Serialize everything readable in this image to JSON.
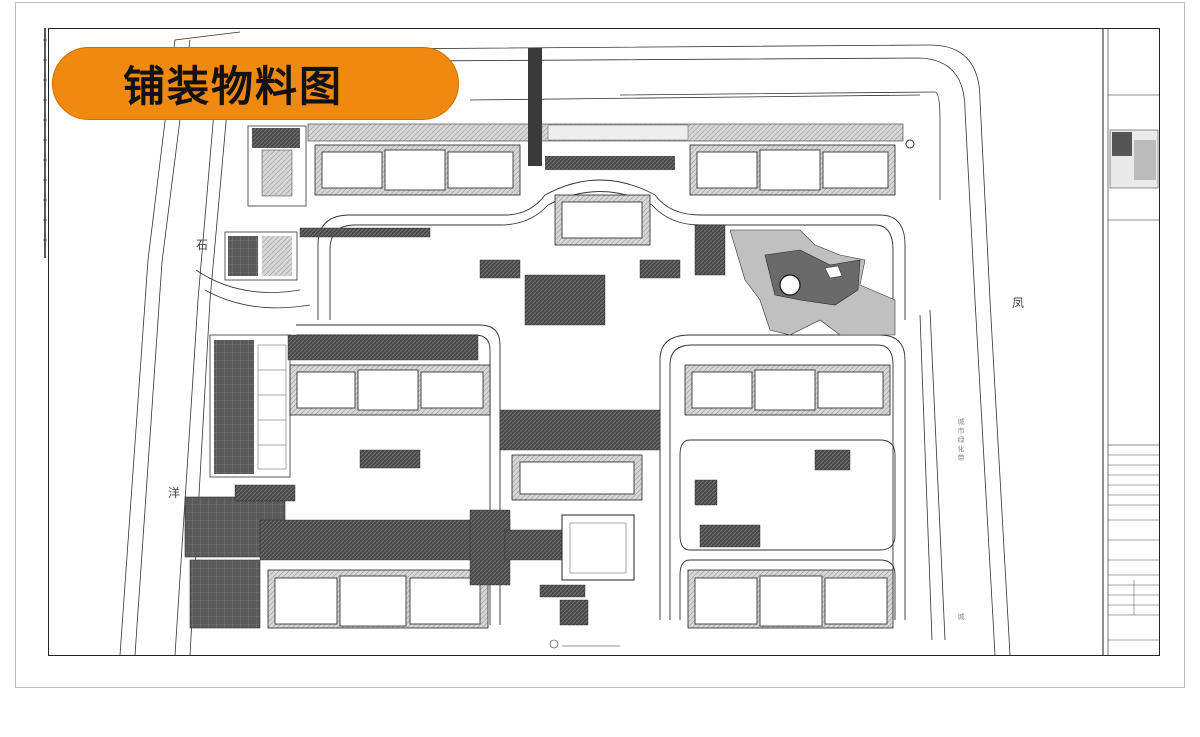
{
  "title": "铺装物料图",
  "plan_labels": {
    "left_road_1": "石",
    "left_road_2": "洋",
    "right_road": "凤",
    "right_road_vertical": "城市绿化带",
    "right_road_bottom": "城"
  },
  "colors": {
    "title_fill": "#f0890f",
    "title_border": "#c86e08",
    "linework": "#222222",
    "paving_dark": "#3a3a3a",
    "paving_mid": "#8a8a8a"
  }
}
